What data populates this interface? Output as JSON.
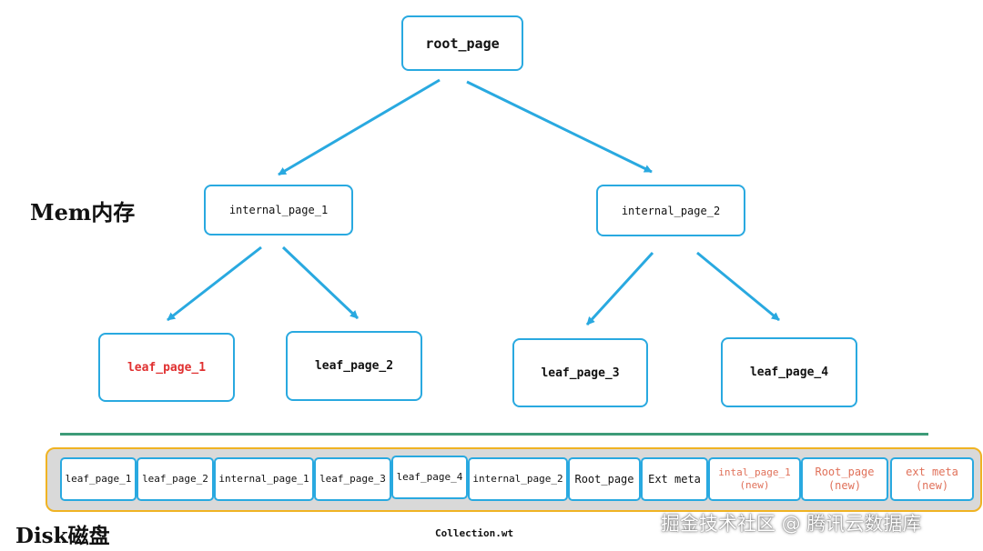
{
  "labels": {
    "mem": "Mem内存",
    "disk": "Disk磁盘"
  },
  "tree": {
    "root": "root_page",
    "internal_1": "internal_page_1",
    "internal_2": "internal_page_2",
    "leaf_1": "leaf_page_1",
    "leaf_2": "leaf_page_2",
    "leaf_3": "leaf_page_3",
    "leaf_4": "leaf_page_4"
  },
  "disk_cells": [
    {
      "line1": "leaf_page_1",
      "line2": ""
    },
    {
      "line1": "leaf_page_2",
      "line2": ""
    },
    {
      "line1": "internal_page_1",
      "line2": ""
    },
    {
      "line1": "leaf_page_3",
      "line2": ""
    },
    {
      "line1": "leaf_page_4",
      "line2": ""
    },
    {
      "line1": "internal_page_2",
      "line2": ""
    },
    {
      "line1": "Root_page",
      "line2": ""
    },
    {
      "line1": "Ext meta",
      "line2": ""
    },
    {
      "line1": "intal_page_1",
      "line2": "(new)"
    },
    {
      "line1": "Root_page",
      "line2": "(new)"
    },
    {
      "line1": "ext meta",
      "line2": "(new)"
    }
  ],
  "file_name": "Collection.wt",
  "watermark": "掘金技术社区 @ 腾讯云数据库",
  "colors": {
    "node_border": "#29a9e0",
    "arrow": "#29a9e0",
    "highlight_text": "#e03030",
    "new_text": "#e0715a",
    "divider": "#3d9b78",
    "disk_border": "#f0b323",
    "disk_fill": "#d9d9d9"
  }
}
